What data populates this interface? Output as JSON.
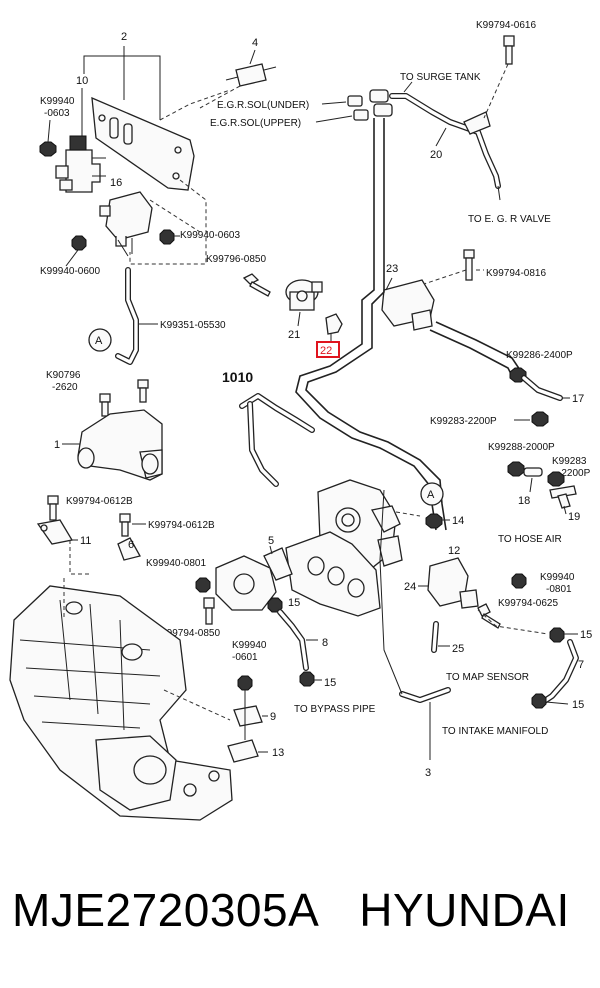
{
  "labels": {
    "n2": "2",
    "n4": "4",
    "n10": "10",
    "k0603a": "K99940",
    "k0603b": "-0603",
    "egr_under": "E.G.R.SOL(UNDER)",
    "egr_upper": "E.G.R.SOL(UPPER)",
    "k0616": "K99794-0616",
    "surge": "TO SURGE TANK",
    "n20": "20",
    "egr_valve": "TO E. G. R VALVE",
    "n16": "16",
    "k0603c": "K99940-0603",
    "k0600": "K99940-0600",
    "k0850a": "K99796-0850",
    "n23": "23",
    "k0816": "K99794-0816",
    "n21": "21",
    "n22": "22",
    "k05530": "K99351-05530",
    "circA1": "A",
    "k2620a": "K90796",
    "k2620b": "-2620",
    "n1010": "1010",
    "k2400": "K99286-2400P",
    "n17": "17",
    "k2200a": "K99283-2200P",
    "n1": "1",
    "k2000": "K99288-2000P",
    "k2200b1": "K99283",
    "k2200b2": "-2200P",
    "n18": "18",
    "n19": "19",
    "circA2": "A",
    "k0612a": "K99794-0612B",
    "k0612b": "K99794-0612B",
    "n14": "14",
    "hose_air": "TO HOSE AIR",
    "n11": "11",
    "n6": "6",
    "k0801a": "K99940-0801",
    "n5": "5",
    "n12": "12",
    "k0801b1": "K99940",
    "k0801b2": "-0801",
    "n24": "24",
    "k0625": "K99794-0625",
    "n15a": "15",
    "k0850b": "K99794-0850",
    "k0601a": "K99940",
    "k0601b": "-0601",
    "n8": "8",
    "n25": "25",
    "n15b": "15",
    "n15c": "15",
    "bypass": "TO BYPASS PIPE",
    "map": "TO MAP SENSOR",
    "n15d": "15",
    "n9": "9",
    "intake": "TO INTAKE MANIFOLD",
    "n13": "13",
    "n3": "3",
    "n7": "7"
  },
  "caption": {
    "part_number": "MJE2720305A",
    "brand": "HYUNDAI"
  },
  "colors": {
    "highlight": "#e0141e",
    "ink": "#222222"
  }
}
